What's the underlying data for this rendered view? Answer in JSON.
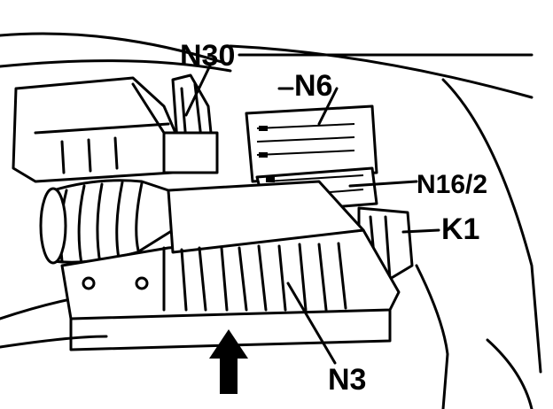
{
  "callouts": {
    "n30": "N30",
    "n6": "N6",
    "n16_2": "N16/2",
    "k1": "K1",
    "n3": "N3"
  },
  "colors": {
    "ink": "#000000",
    "paper": "#ffffff"
  }
}
